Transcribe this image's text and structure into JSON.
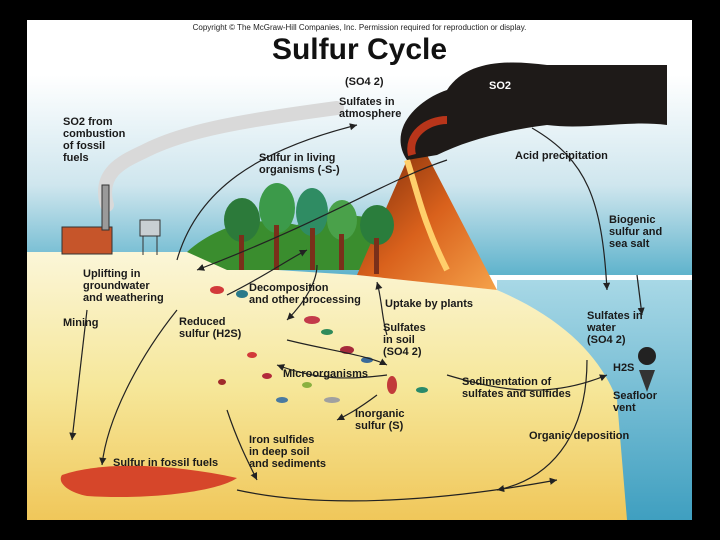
{
  "copyright": "Copyright © The McGraw-Hill Companies, Inc. Permission required for reproduction or display.",
  "title": "Sulfur Cycle",
  "labels": {
    "so4_top": "(SO4 2)",
    "sulfates_atmosphere": "Sulfates in\natmosphere",
    "so2": "SO2",
    "so2_combustion": "SO2 from\ncombustion\nof fossil\nfuels",
    "sulfur_living": "Sulfur in living\norganisms (-S-)",
    "acid_precipitation": "Acid precipitation",
    "biogenic": "Biogenic\nsulfur and\nsea salt",
    "uplifting": "Uplifting in\ngroundwater\nand weathering",
    "decomposition": "Decomposition\nand other processing",
    "uptake": "Uptake by plants",
    "mining": "Mining",
    "reduced_sulfur": "Reduced\nsulfur (H2S)",
    "sulfates_soil": "Sulfates\nin soil\n(SO4 2)",
    "sulfates_water": "Sulfates in\nwater\n(SO4 2)",
    "h2s": "H2S",
    "microorganisms": "Microorganisms",
    "sedimentation": "Sedimentation of\nsulfates and sulfides",
    "seafloor_vent": "Seafloor\nvent",
    "inorganic_sulfur": "Inorganic\nsulfur (S)",
    "iron_sulfides": "Iron sulfides\nin deep soil\nand sediments",
    "organic_deposition": "Organic deposition",
    "sulfur_fossil": "Sulfur in fossil fuels"
  }
}
